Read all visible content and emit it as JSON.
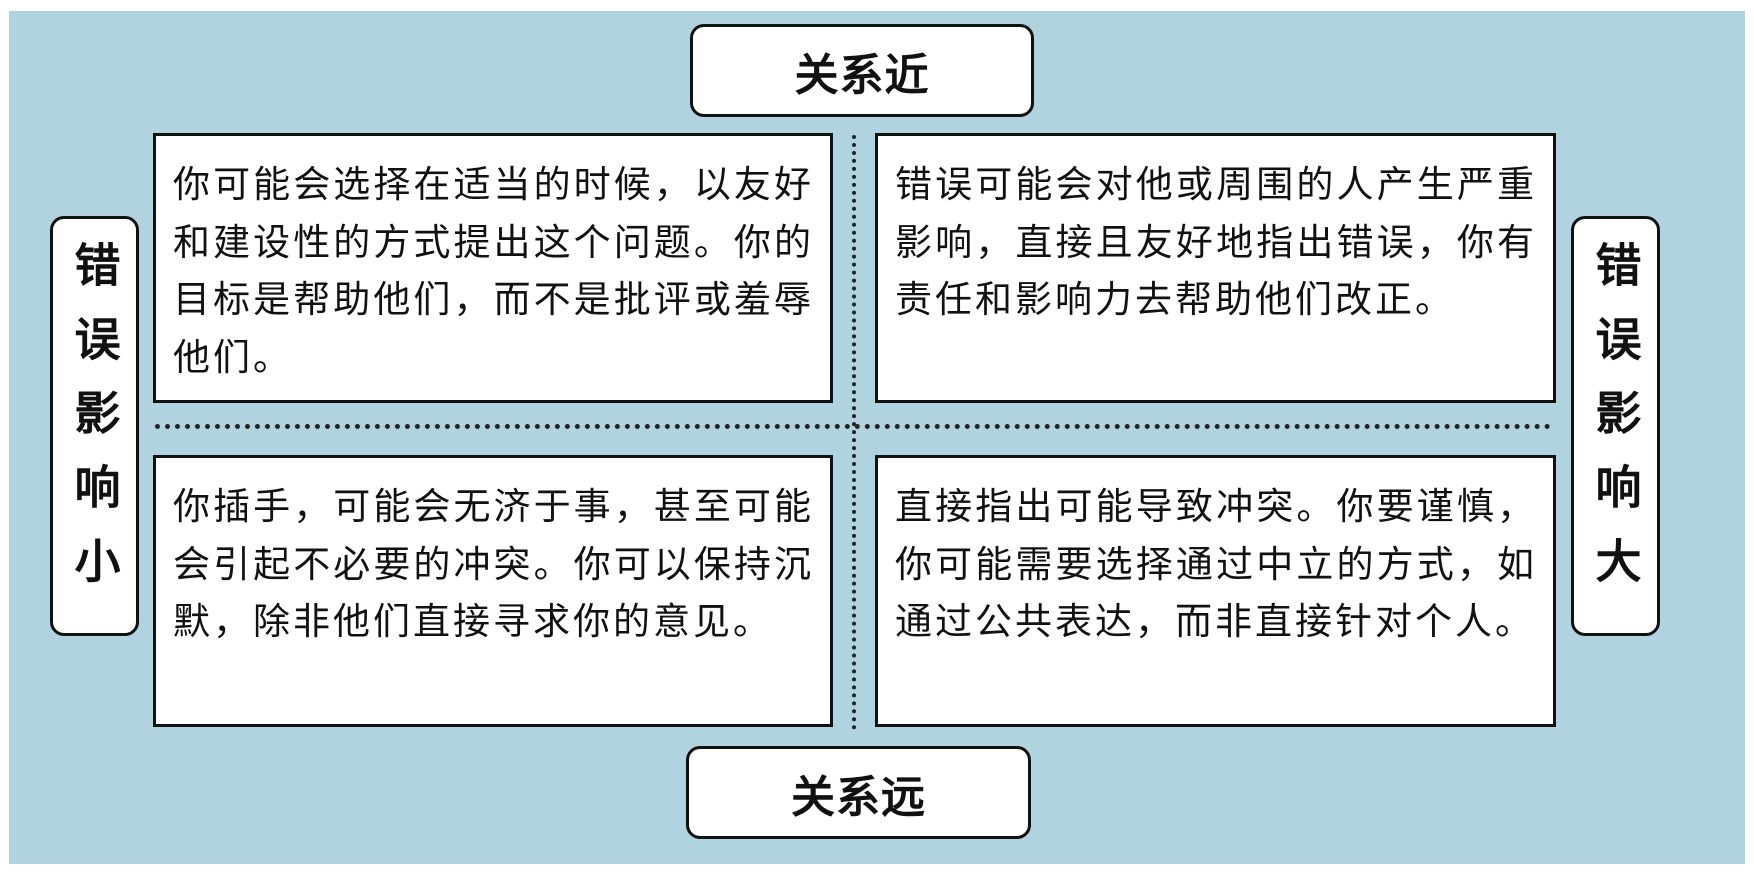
{
  "axis": {
    "top": "关系近",
    "bottom": "关系远",
    "left": "错误影响小",
    "right": "错误影响大"
  },
  "quadrants": {
    "top_left": "你可能会选择在适当的时候，以友好和建设性的方式提出这个问题。你的目标是帮助他们，而不是批评或羞辱他们。",
    "top_right": "错误可能会对他或周围的人产生严重影响，直接且友好地指出错误，你有责任和影响力去帮助他们改正。",
    "bottom_left": "你插手，可能会无济于事，甚至可能会引起不必要的冲突。你可以保持沉默，除非他们直接寻求你的意见。",
    "bottom_right": "直接指出可能导致冲突。你要谨慎，你可能需要选择通过中立的方式，如通过公共表达，而非直接针对个人。"
  },
  "colors": {
    "background": "#b1d3df",
    "box_fill": "#ffffff",
    "border": "#111111"
  }
}
